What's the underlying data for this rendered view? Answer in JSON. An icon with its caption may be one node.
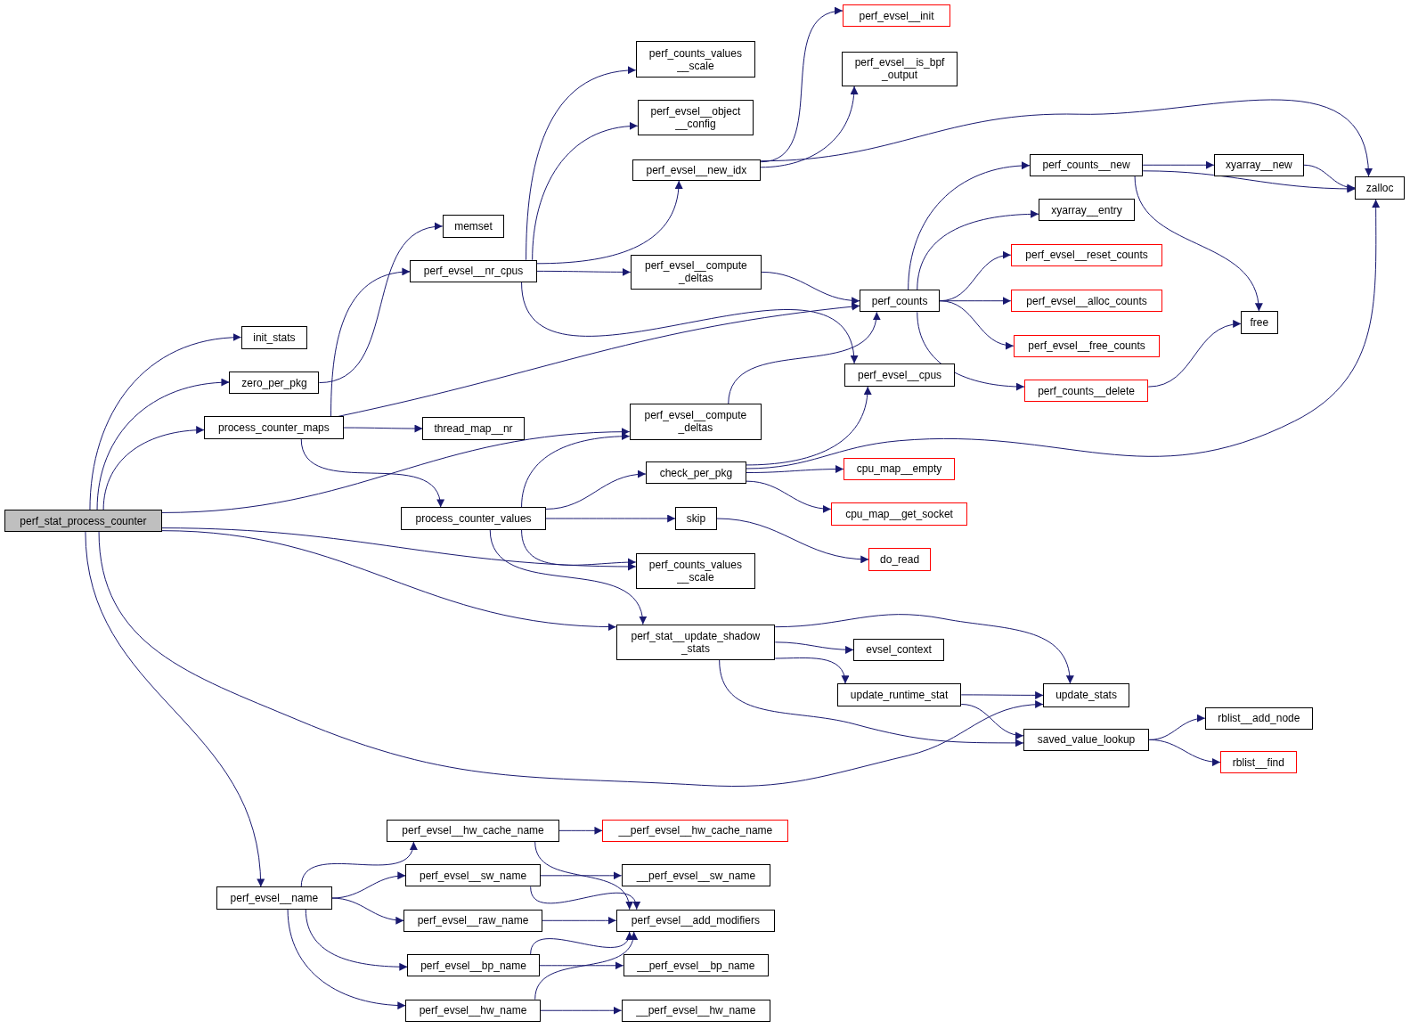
{
  "diagram": {
    "nodes": [
      {
        "text": [
          "perf_stat_process_counter"
        ]
      },
      {
        "text": [
          "init_stats"
        ]
      },
      {
        "text": [
          "zero_per_pkg"
        ]
      },
      {
        "text": [
          "process_counter_maps"
        ]
      },
      {
        "text": [
          "memset"
        ]
      },
      {
        "text": [
          "perf_evsel__nr_cpus"
        ]
      },
      {
        "text": [
          "thread_map__nr"
        ]
      },
      {
        "text": [
          "process_counter_values"
        ]
      },
      {
        "text": [
          "perf_counts_values __scale"
        ]
      },
      {
        "text": [
          "perf_evsel__object __config"
        ]
      },
      {
        "text": [
          "perf_evsel__new_idx"
        ]
      },
      {
        "text": [
          "perf_evsel__compute _deltas"
        ]
      },
      {
        "text": [
          "perf_evsel__compute _deltas"
        ]
      },
      {
        "text": [
          "check_per_pkg"
        ]
      },
      {
        "text": [
          "skip"
        ]
      },
      {
        "text": [
          "perf_counts_values __scale"
        ]
      },
      {
        "text": [
          "perf_stat__update_shadow _stats"
        ]
      },
      {
        "text": [
          "perf_evsel__init"
        ]
      },
      {
        "text": [
          "perf_evsel__is_bpf _output"
        ]
      },
      {
        "text": [
          "perf_counts"
        ]
      },
      {
        "text": [
          "perf_evsel__cpus"
        ]
      },
      {
        "text": [
          "cpu_map__empty"
        ]
      },
      {
        "text": [
          "cpu_map__get_socket"
        ]
      },
      {
        "text": [
          "do_read"
        ]
      },
      {
        "text": [
          "evsel_context"
        ]
      },
      {
        "text": [
          "update_runtime_stat"
        ]
      },
      {
        "text": [
          "perf_counts__new"
        ]
      },
      {
        "text": [
          "xyarray__entry"
        ]
      },
      {
        "text": [
          "perf_evsel__reset_counts"
        ]
      },
      {
        "text": [
          "perf_evsel__alloc_counts"
        ]
      },
      {
        "text": [
          "perf_evsel__free_counts"
        ]
      },
      {
        "text": [
          "perf_counts__delete"
        ]
      },
      {
        "text": [
          "update_stats"
        ]
      },
      {
        "text": [
          "saved_value_lookup"
        ]
      },
      {
        "text": [
          "xyarray__new"
        ]
      },
      {
        "text": [
          "free"
        ]
      },
      {
        "text": [
          "zalloc"
        ]
      },
      {
        "text": [
          "rblist__add_node"
        ]
      },
      {
        "text": [
          "rblist__find"
        ]
      },
      {
        "text": [
          "perf_evsel__name"
        ]
      },
      {
        "text": [
          "perf_evsel__hw_cache_name"
        ]
      },
      {
        "text": [
          "perf_evsel__sw_name"
        ]
      },
      {
        "text": [
          "perf_evsel__raw_name"
        ]
      },
      {
        "text": [
          "perf_evsel__bp_name"
        ]
      },
      {
        "text": [
          "perf_evsel__hw_name"
        ]
      },
      {
        "text": [
          "__perf_evsel__hw_cache_name"
        ]
      },
      {
        "text": [
          "__perf_evsel__sw_name"
        ]
      },
      {
        "text": [
          "perf_evsel__add_modifiers"
        ]
      },
      {
        "text": [
          "__perf_evsel__bp_name"
        ]
      },
      {
        "text": [
          "__perf_evsel__hw_name"
        ]
      }
    ],
    "edges": [
      {
        "from": 0,
        "to": 1,
        "arrow": "to"
      },
      {
        "from": 0,
        "to": 2,
        "arrow": "to"
      },
      {
        "from": 0,
        "to": 3,
        "arrow": "to"
      },
      {
        "from": 0,
        "to": 12,
        "arrow": "to"
      },
      {
        "from": 0,
        "to": 15,
        "arrow": "to"
      },
      {
        "from": 0,
        "to": 16,
        "arrow": "to"
      },
      {
        "from": 0,
        "to": 32,
        "arrow": "to"
      },
      {
        "from": 0,
        "to": 39,
        "arrow": "to"
      },
      {
        "from": 2,
        "to": 4,
        "arrow": "to"
      },
      {
        "from": 3,
        "to": 5,
        "arrow": "to"
      },
      {
        "from": 3,
        "to": 19,
        "arrow": "to"
      },
      {
        "from": 3,
        "to": 6,
        "arrow": "to"
      },
      {
        "from": 3,
        "to": 7,
        "arrow": "to"
      },
      {
        "from": 5,
        "to": 8,
        "arrow": "to"
      },
      {
        "from": 5,
        "to": 9,
        "arrow": "to"
      },
      {
        "from": 5,
        "to": 10,
        "arrow": "to"
      },
      {
        "from": 5,
        "to": 11,
        "arrow": "to"
      },
      {
        "from": 5,
        "to": 20,
        "arrow": "to"
      },
      {
        "from": 7,
        "to": 12,
        "arrow": "to"
      },
      {
        "from": 7,
        "to": 13,
        "arrow": "to"
      },
      {
        "from": 7,
        "to": 14,
        "arrow": "to"
      },
      {
        "from": 7,
        "to": 15,
        "arrow": "to"
      },
      {
        "from": 7,
        "to": 16,
        "arrow": "to"
      },
      {
        "from": 10,
        "to": 17,
        "arrow": "to"
      },
      {
        "from": 10,
        "to": 18,
        "arrow": "to"
      },
      {
        "from": 10,
        "to": 36,
        "arrow": "to"
      },
      {
        "from": 11,
        "to": 19,
        "arrow": "to"
      },
      {
        "from": 12,
        "to": 19,
        "arrow": "to"
      },
      {
        "from": 13,
        "to": 20,
        "arrow": "to"
      },
      {
        "from": 13,
        "to": 21,
        "arrow": "to"
      },
      {
        "from": 13,
        "to": 22,
        "arrow": "to"
      },
      {
        "from": 13,
        "to": 36,
        "arrow": "to"
      },
      {
        "from": 14,
        "to": 23,
        "arrow": "to"
      },
      {
        "from": 16,
        "to": 24,
        "arrow": "to"
      },
      {
        "from": 16,
        "to": 25,
        "arrow": "to"
      },
      {
        "from": 16,
        "to": 32,
        "arrow": "to"
      },
      {
        "from": 16,
        "to": 33,
        "arrow": "to"
      },
      {
        "from": 19,
        "to": 26,
        "arrow": "to"
      },
      {
        "from": 19,
        "to": 27,
        "arrow": "to"
      },
      {
        "from": 19,
        "to": 28,
        "arrow": "to"
      },
      {
        "from": 19,
        "to": 29,
        "arrow": "to"
      },
      {
        "from": 19,
        "to": 30,
        "arrow": "to"
      },
      {
        "from": 19,
        "to": 31,
        "arrow": "to"
      },
      {
        "from": 25,
        "to": 32,
        "arrow": "to"
      },
      {
        "from": 25,
        "to": 33,
        "arrow": "to"
      },
      {
        "from": 26,
        "to": 34,
        "arrow": "to"
      },
      {
        "from": 26,
        "to": 36,
        "arrow": "to"
      },
      {
        "from": 26,
        "to": 35,
        "arrow": "to"
      },
      {
        "from": 34,
        "to": 36,
        "arrow": "to"
      },
      {
        "from": 31,
        "to": 35,
        "arrow": "to"
      },
      {
        "from": 33,
        "to": 37,
        "arrow": "to"
      },
      {
        "from": 33,
        "to": 38,
        "arrow": "to"
      },
      {
        "from": 39,
        "to": 40,
        "arrow": "to"
      },
      {
        "from": 39,
        "to": 41,
        "arrow": "to"
      },
      {
        "from": 39,
        "to": 42,
        "arrow": "to"
      },
      {
        "from": 39,
        "to": 43,
        "arrow": "to"
      },
      {
        "from": 39,
        "to": 44,
        "arrow": "to"
      },
      {
        "from": 40,
        "to": 45,
        "arrow": "to"
      },
      {
        "from": 40,
        "to": 47,
        "arrow": "to"
      },
      {
        "from": 41,
        "to": 46,
        "arrow": "to"
      },
      {
        "from": 41,
        "to": 47,
        "arrow": "to"
      },
      {
        "from": 42,
        "to": 47,
        "arrow": "to"
      },
      {
        "from": 43,
        "to": 47,
        "arrow": "to"
      },
      {
        "from": 43,
        "to": 48,
        "arrow": "to"
      },
      {
        "from": 44,
        "to": 47,
        "arrow": "to"
      },
      {
        "from": 44,
        "to": 49,
        "arrow": "to"
      }
    ]
  }
}
